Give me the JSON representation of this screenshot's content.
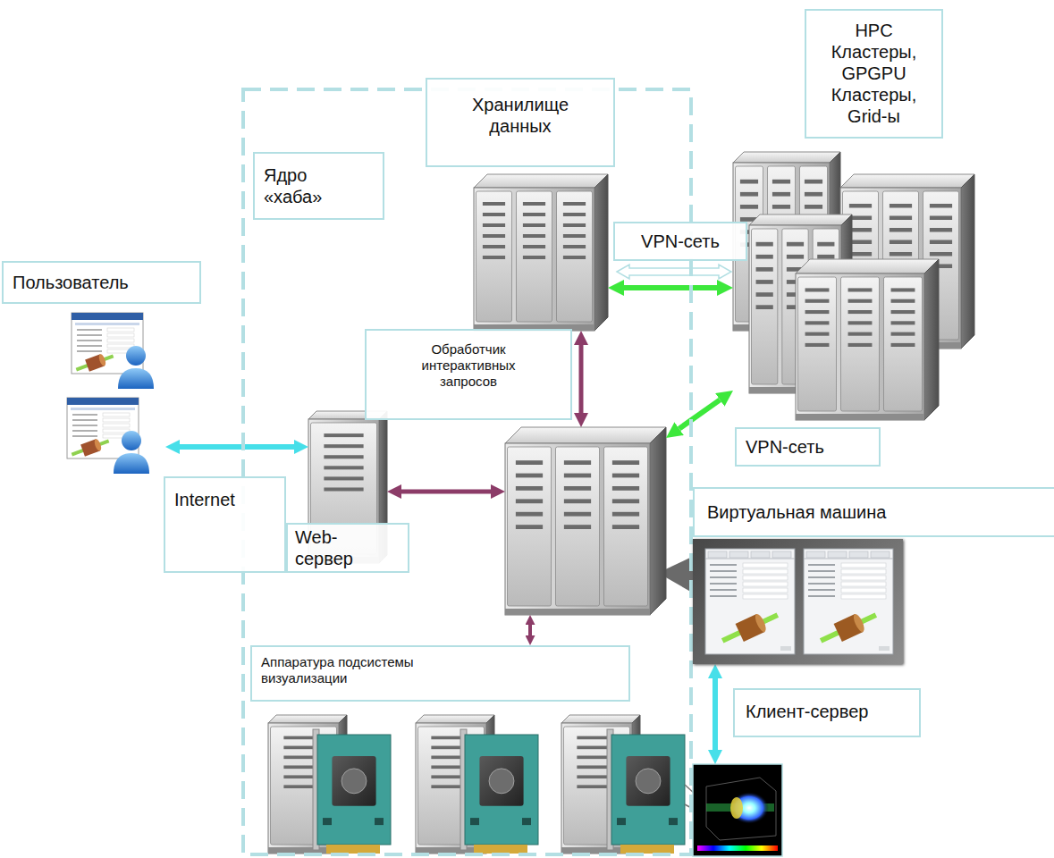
{
  "diagram": {
    "nodes": [
      {
        "text": [
          "Ядро «хаба»"
        ]
      },
      {
        "text": [
          "Хранилище данных"
        ],
        "in": 0
      },
      {
        "text": [
          "Обработчик интерактивных запросов"
        ],
        "in": 0
      },
      {
        "text": [
          "Web-сервер"
        ],
        "in": 0
      },
      {
        "text": [
          "Аппаратура подсистемы визуализации"
        ],
        "in": 0
      },
      {
        "text": [
          "HPC Кластеры, GPGPU Кластеры, Grid-ы"
        ]
      },
      {
        "text": [
          "Пользователь"
        ]
      },
      {
        "text": [
          "Виртуальная машина"
        ]
      }
    ],
    "edges": [
      {
        "from": 6,
        "to": 3,
        "arrow": "both",
        "label": "Internet"
      },
      {
        "from": 3,
        "to": 2,
        "arrow": "both"
      },
      {
        "from": 1,
        "to": 2,
        "arrow": "both"
      },
      {
        "from": 1,
        "to": 5,
        "arrow": "both",
        "label": "VPN-сеть"
      },
      {
        "from": 2,
        "to": 5,
        "arrow": "both",
        "label": "VPN-сеть"
      },
      {
        "from": 2,
        "to": 4,
        "arrow": "both"
      }
    ],
    "labels": [
      "Клиент-сервер"
    ]
  }
}
